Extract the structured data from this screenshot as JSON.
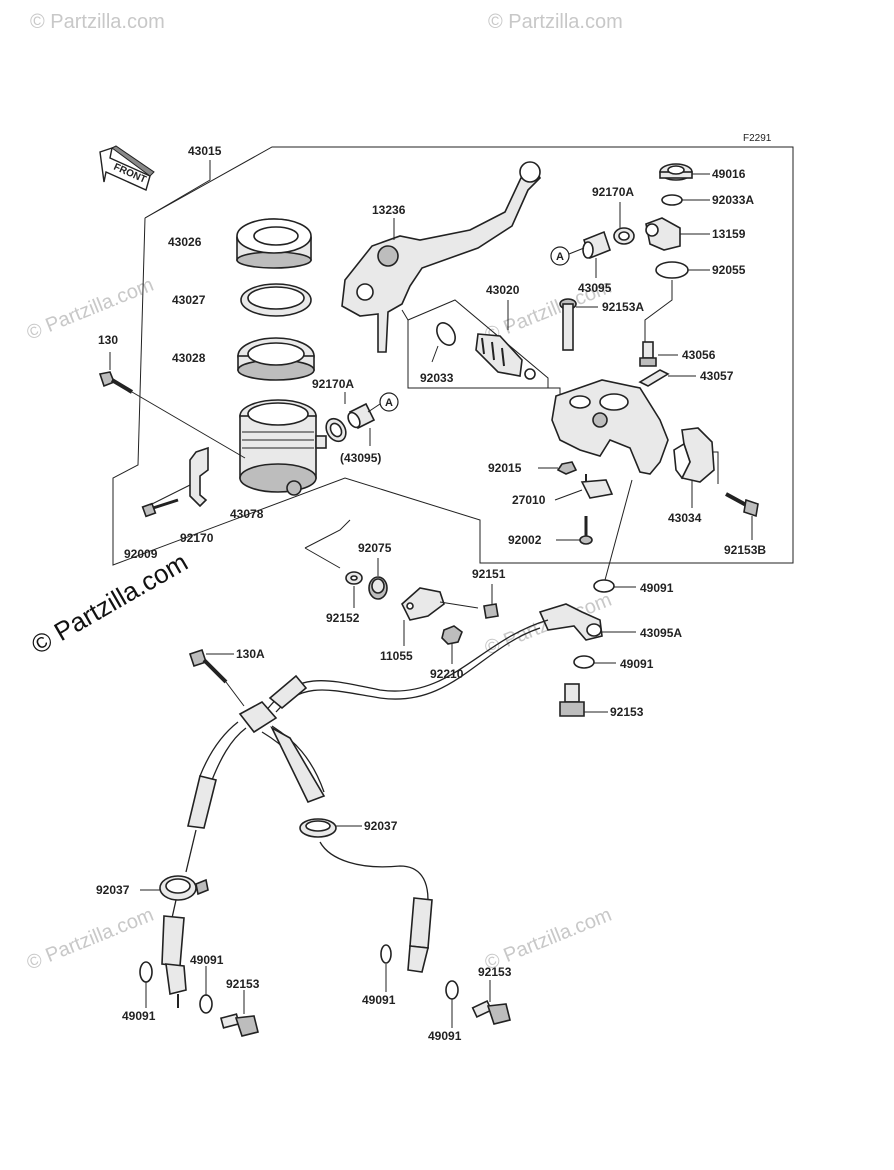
{
  "figure_ref": "F2291",
  "watermark": "© Partzilla.com",
  "front_label": "FRONT",
  "callout_letter": "A",
  "labels": {
    "p43015": "43015",
    "p43026": "43026",
    "p43027": "43027",
    "p43028": "43028",
    "p130": "130",
    "p92170A_left": "92170A",
    "p43095_paren": "(43095)",
    "p43078": "43078",
    "p92170": "92170",
    "p92009": "92009",
    "p13236": "13236",
    "p43020": "43020",
    "p92033": "92033",
    "p92170A_right": "92170A",
    "p43095": "43095",
    "p92153A": "92153A",
    "p49016": "49016",
    "p92033A": "92033A",
    "p13159": "13159",
    "p92055": "92055",
    "p43056": "43056",
    "p43057": "43057",
    "p92015": "92015",
    "p27010": "27010",
    "p92002": "92002",
    "p43034": "43034",
    "p92153B": "92153B",
    "p92075": "92075",
    "p92152": "92152",
    "p92151": "92151",
    "p11055": "11055",
    "p92210": "92210",
    "p49091_a": "49091",
    "p43095A": "43095A",
    "p49091_b": "49091",
    "p92153_a": "92153",
    "p130A": "130A",
    "p92037_a": "92037",
    "p92037_b": "92037",
    "p49091_c": "49091",
    "p49091_d": "49091",
    "p92153_b": "92153",
    "p49091_e": "49091",
    "p92153_c": "92153",
    "p49091_f": "49091"
  }
}
